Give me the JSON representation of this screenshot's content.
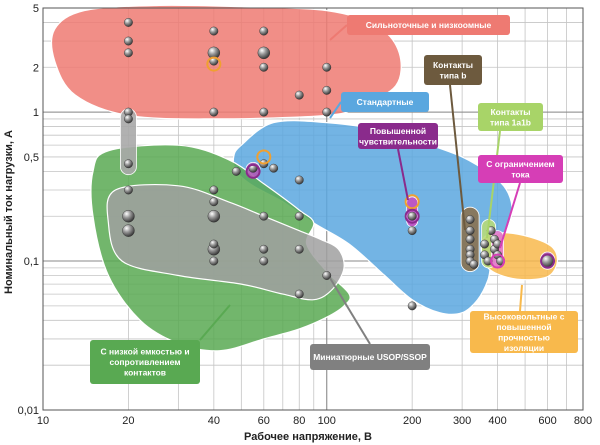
{
  "chart_data": {
    "type": "scatter",
    "xlabel": "Рабочее напряжение, В",
    "ylabel": "Номинальный ток нагрузки, А",
    "x_scale": "log",
    "y_scale": "log",
    "xlim": [
      10,
      800
    ],
    "ylim": [
      0.01,
      5
    ],
    "x_ticks": [
      {
        "v": 10,
        "t": "10"
      },
      {
        "v": 20,
        "t": "20"
      },
      {
        "v": 40,
        "t": "40"
      },
      {
        "v": 60,
        "t": "60"
      },
      {
        "v": 80,
        "t": "80"
      },
      {
        "v": 100,
        "t": "100"
      },
      {
        "v": 200,
        "t": "200"
      },
      {
        "v": 300,
        "t": "300"
      },
      {
        "v": 400,
        "t": "400"
      },
      {
        "v": 600,
        "t": "600"
      },
      {
        "v": 800,
        "t": "800"
      }
    ],
    "y_ticks": [
      {
        "v": 0.01,
        "t": "0,01"
      },
      {
        "v": 0.1,
        "t": "0,1"
      },
      {
        "v": 0.5,
        "t": "0,5"
      },
      {
        "v": 1,
        "t": "1"
      },
      {
        "v": 2,
        "t": "2"
      },
      {
        "v": 5,
        "t": "5"
      }
    ],
    "grid": true,
    "regions": [
      {
        "name": "Сильноточные и низкоомные",
        "color": "#ee7a72",
        "outline": [
          [
            11,
            3.6
          ],
          [
            14,
            4.8
          ],
          [
            25,
            5.2
          ],
          [
            50,
            5.1
          ],
          [
            100,
            4.8
          ],
          [
            150,
            3.8
          ],
          [
            180,
            2.5
          ],
          [
            175,
            1.5
          ],
          [
            130,
            1.1
          ],
          [
            100,
            0.95
          ],
          [
            40,
            0.9
          ],
          [
            20,
            0.95
          ],
          [
            13,
            1.3
          ],
          [
            11,
            2.2
          ]
        ]
      },
      {
        "name": "Стандартные",
        "color": "#5aa7df",
        "outline": [
          [
            50,
            0.6
          ],
          [
            65,
            0.85
          ],
          [
            100,
            0.85
          ],
          [
            160,
            0.75
          ],
          [
            220,
            0.62
          ],
          [
            300,
            0.5
          ],
          [
            380,
            0.38
          ],
          [
            430,
            0.3
          ],
          [
            450,
            0.22
          ],
          [
            430,
            0.16
          ],
          [
            400,
            0.13
          ],
          [
            380,
            0.1
          ],
          [
            370,
            0.075
          ],
          [
            340,
            0.055
          ],
          [
            300,
            0.045
          ],
          [
            250,
            0.045
          ],
          [
            200,
            0.055
          ],
          [
            160,
            0.08
          ],
          [
            120,
            0.13
          ],
          [
            90,
            0.18
          ],
          [
            70,
            0.25
          ],
          [
            55,
            0.32
          ],
          [
            48,
            0.4
          ],
          [
            47,
            0.5
          ]
        ]
      },
      {
        "name": "С низкой емкостью и сопротивлением контактов",
        "color": "#59a952",
        "outline": [
          [
            17,
            0.55
          ],
          [
            30,
            0.6
          ],
          [
            45,
            0.48
          ],
          [
            60,
            0.33
          ],
          [
            80,
            0.22
          ],
          [
            90,
            0.18
          ],
          [
            85,
            0.13
          ],
          [
            100,
            0.085
          ],
          [
            120,
            0.06
          ],
          [
            115,
            0.05
          ],
          [
            100,
            0.042
          ],
          [
            80,
            0.035
          ],
          [
            60,
            0.03
          ],
          [
            42,
            0.025
          ],
          [
            30,
            0.028
          ],
          [
            22,
            0.04
          ],
          [
            17,
            0.08
          ],
          [
            15,
            0.2
          ],
          [
            15,
            0.4
          ]
        ]
      },
      {
        "name": "Миниатюрные USOP/SSOP",
        "color": "#a0a0a0",
        "outline": [
          [
            18,
            0.3
          ],
          [
            30,
            0.32
          ],
          [
            45,
            0.25
          ],
          [
            60,
            0.2
          ],
          [
            80,
            0.16
          ],
          [
            95,
            0.14
          ],
          [
            110,
            0.12
          ],
          [
            115,
            0.09
          ],
          [
            105,
            0.065
          ],
          [
            90,
            0.055
          ],
          [
            70,
            0.06
          ],
          [
            50,
            0.07
          ],
          [
            30,
            0.08
          ],
          [
            19,
            0.1
          ],
          [
            17,
            0.18
          ]
        ]
      },
      {
        "name": "Высоковольтные с повышенной прочностью изоляции",
        "color": "#f8b94c",
        "outline": [
          [
            360,
            0.145
          ],
          [
            420,
            0.155
          ],
          [
            520,
            0.145
          ],
          [
            620,
            0.125
          ],
          [
            650,
            0.1
          ],
          [
            610,
            0.08
          ],
          [
            520,
            0.075
          ],
          [
            430,
            0.078
          ],
          [
            370,
            0.09
          ],
          [
            350,
            0.115
          ]
        ]
      }
    ],
    "labels": [
      {
        "text": "Сильноточные и низкоомные",
        "color": "#ee7a72"
      },
      {
        "text": "Стандартные",
        "color": "#5aa7df"
      },
      {
        "text": "Контакты типа b",
        "color": "#6d5a3e"
      },
      {
        "text": "Контакты типа 1a1b",
        "color": "#a8d468"
      },
      {
        "text": "Повышенной чувствительности",
        "color": "#8a2b8c"
      },
      {
        "text": "С ограничением тока",
        "color": "#d63eb6"
      },
      {
        "text": "С низкой емкостью и сопротивлением контактов",
        "color": "#59a952"
      },
      {
        "text": "Миниатюрные USOP/SSOP",
        "color": "#808080"
      },
      {
        "text": "Высоковольтные с повышенной прочностью изоляции",
        "color": "#f8b94c"
      }
    ],
    "series": [
      {
        "points": [
          [
            20,
            4
          ],
          [
            20,
            3
          ],
          [
            20,
            2.5
          ],
          [
            40,
            3.5
          ],
          [
            40,
            2.5
          ],
          [
            40,
            2.2
          ],
          [
            60,
            3.5
          ],
          [
            60,
            2.5
          ],
          [
            60,
            2
          ],
          [
            60,
            1
          ],
          [
            40,
            1
          ],
          [
            20,
            1
          ],
          [
            100,
            2
          ],
          [
            100,
            1.4
          ],
          [
            100,
            1
          ],
          [
            80,
            1.3
          ],
          [
            20,
            0.9
          ],
          [
            20,
            0.45
          ],
          [
            20,
            0.3
          ],
          [
            20,
            0.2
          ],
          [
            20,
            0.16
          ],
          [
            40,
            0.3
          ],
          [
            40,
            0.25
          ],
          [
            40,
            0.2
          ],
          [
            40,
            0.12
          ],
          [
            40,
            0.13
          ],
          [
            40,
            0.1
          ],
          [
            60,
            0.2
          ],
          [
            60,
            0.12
          ],
          [
            60,
            0.1
          ],
          [
            80,
            0.2
          ],
          [
            80,
            0.12
          ],
          [
            100,
            0.08
          ],
          [
            80,
            0.06
          ],
          [
            60,
            0.45
          ],
          [
            55,
            0.42
          ],
          [
            65,
            0.42
          ],
          [
            48,
            0.4
          ],
          [
            80,
            0.35
          ],
          [
            200,
            0.2
          ],
          [
            200,
            0.16
          ],
          [
            200,
            0.05
          ],
          [
            320,
            0.19
          ],
          [
            320,
            0.16
          ],
          [
            320,
            0.14
          ],
          [
            320,
            0.12
          ],
          [
            320,
            0.11
          ],
          [
            320,
            0.1
          ],
          [
            330,
            0.095
          ],
          [
            360,
            0.13
          ],
          [
            360,
            0.11
          ],
          [
            370,
            0.1
          ],
          [
            380,
            0.16
          ],
          [
            390,
            0.14
          ],
          [
            390,
            0.12
          ],
          [
            400,
            0.13
          ],
          [
            400,
            0.11
          ],
          [
            410,
            0.1
          ],
          [
            600,
            0.1
          ]
        ]
      }
    ],
    "highlights": [
      {
        "x": 40,
        "y": 2.1,
        "color": "#f0a030"
      },
      {
        "x": 60,
        "y": 0.5,
        "color": "#f0a030"
      },
      {
        "x": 200,
        "y": 0.25,
        "color": "#f0a030"
      },
      {
        "x": 55,
        "y": 0.4,
        "color": "#8a2b8c"
      },
      {
        "x": 200,
        "y": 0.2,
        "color": "#8a2b8c"
      },
      {
        "x": 400,
        "y": 0.1,
        "color": "#d63eb6"
      },
      {
        "x": 600,
        "y": 0.1,
        "color": "#8a2b8c"
      }
    ]
  }
}
